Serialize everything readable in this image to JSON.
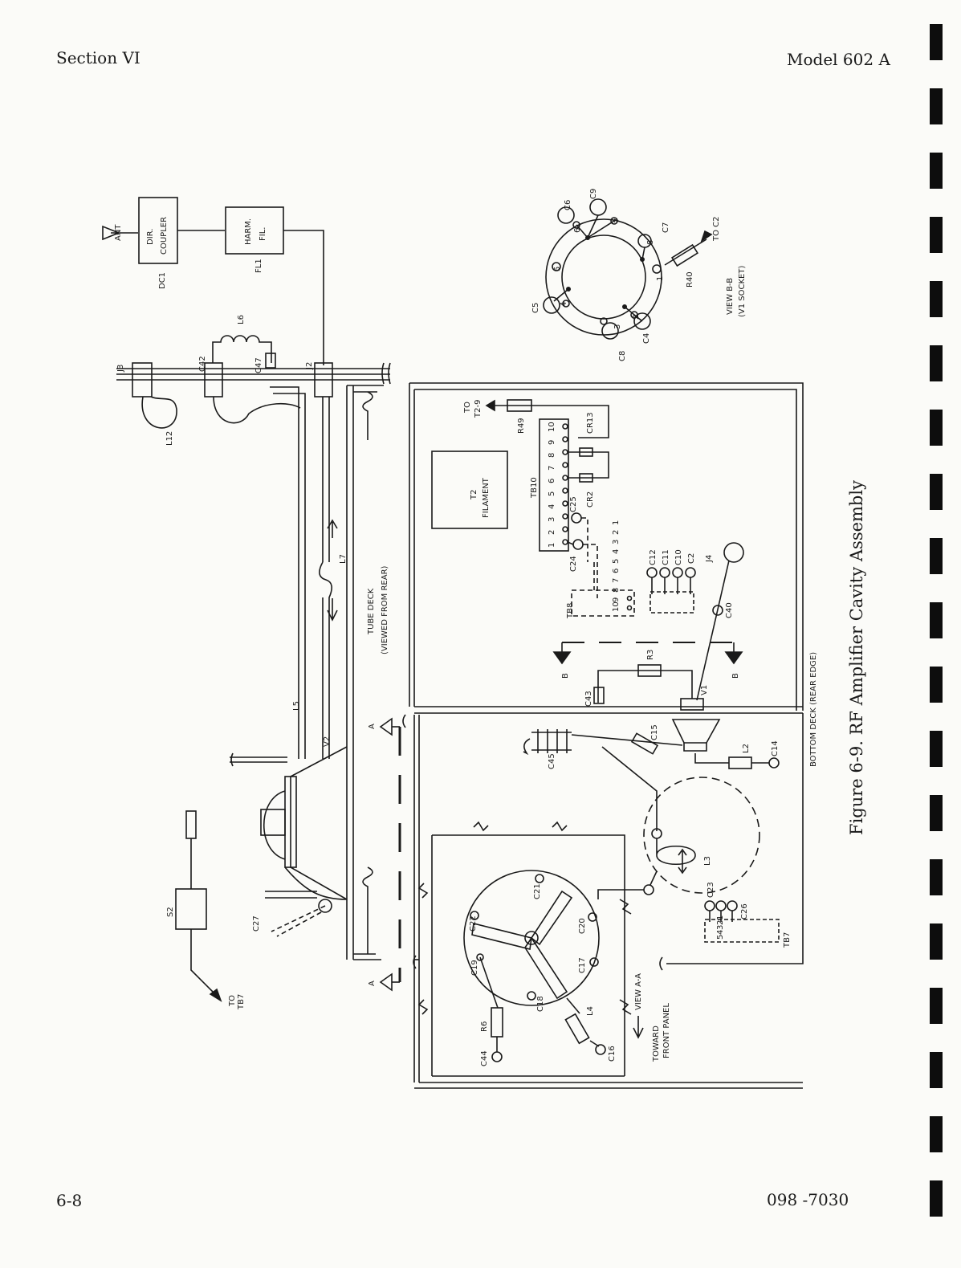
{
  "header": {
    "section": "Section VI",
    "model": "Model 602 A"
  },
  "footer": {
    "page": "6-8",
    "doc_number": "098 -7030"
  },
  "figure_caption": "Figure 6-9.  RF Amplifier Cavity Assembly",
  "labels": {
    "ant": "ANT",
    "dir1": "DIR.",
    "coupler": "COUPLER",
    "dc1": "DC1",
    "harm": "HARM.",
    "fil": "FIL.",
    "fl1": "FL1",
    "j3": "J3",
    "c42": "C42",
    "l6": "L6",
    "c47": "C47",
    "j2": "J2",
    "l12": "L12",
    "l7": "L7",
    "tube_deck": "TUBE DECK",
    "viewed_from_rear": "(VIEWED FROM REAR)",
    "l5": "L5",
    "v2": "V2",
    "a_top": "A",
    "a_bottom": "A",
    "s2": "S2",
    "c27": "C27",
    "to1": "TO",
    "tb7_ref": "TB7",
    "to2": "TO",
    "t2_9": "T2-9",
    "r49": "R49",
    "cr13": "CR13",
    "t2": "T2",
    "filament": "FILAMENT",
    "tb10": "TB10",
    "c25": "C25",
    "cr2": "CR2",
    "c24": "C24",
    "c12": "C12",
    "c11": "C11",
    "c10": "C10",
    "c2": "C2",
    "j4": "J4",
    "tb8": "TB8",
    "c40": "C40",
    "b_left": "B",
    "b_right": "B",
    "r3": "R3",
    "c43": "C43",
    "v1": "V1",
    "bottom_deck": "BOTTOM  DECK  (REAR  EDGE)",
    "c45": "C45",
    "c15": "C15",
    "l2": "L2",
    "c14": "C14",
    "l3": "L3",
    "c23": "C23",
    "c26": "C26",
    "tb7": "TB7",
    "c21": "C21",
    "c22": "C22",
    "c20": "C20",
    "c19": "C19",
    "c17": "C17",
    "c18": "C18",
    "view_aa": "VIEW  A-A",
    "r6": "R6",
    "l4": "L4",
    "c44": "C44",
    "c16": "C16",
    "toward": "TOWARD",
    "front_panel": "FRONT PANEL",
    "c6": "C6",
    "c9": "C9",
    "c7": "C7",
    "c5": "C5",
    "c8": "C8",
    "c4": "C4",
    "to_c2": "TO C2",
    "r40": "R40",
    "view_bb": "VIEW  B-B",
    "v1_socket": "(V1  SOCKET)",
    "pin1": "1",
    "pin2": "2",
    "pin3": "3",
    "pin4": "4",
    "pin5": "5",
    "pin6": "6",
    "pin7": "7",
    "pin8": "8"
  },
  "terminals": {
    "tb10": [
      "1",
      "2",
      "3",
      "4",
      "5",
      "6",
      "7",
      "8",
      "9",
      "10"
    ],
    "tb8": [
      "1",
      "2",
      "3",
      "4",
      "5",
      "6",
      "7",
      "8",
      "9",
      "10"
    ],
    "tb7": [
      "1",
      "2",
      "3",
      "4",
      "5"
    ]
  }
}
